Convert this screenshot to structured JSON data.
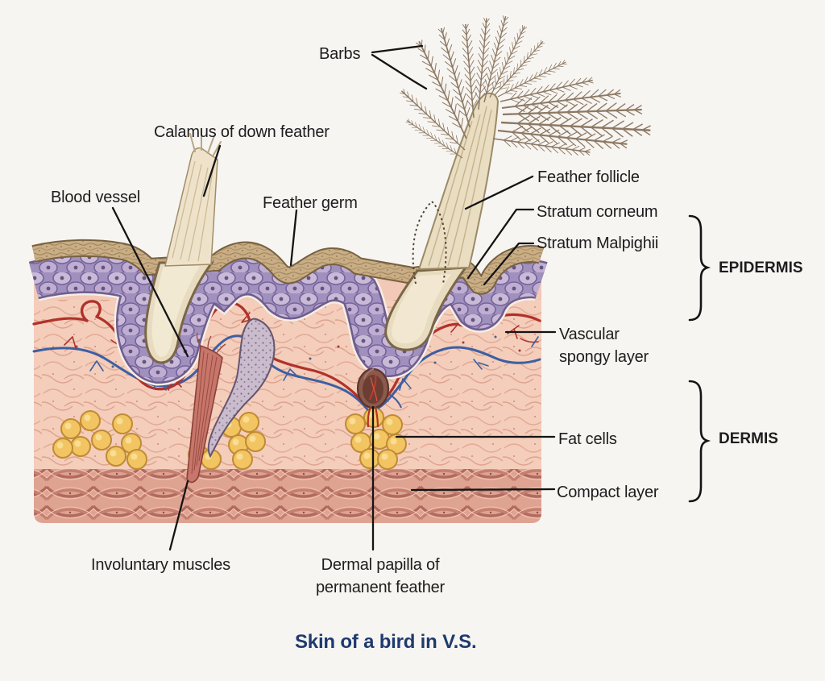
{
  "title": "Skin of a bird in V.S.",
  "labels": {
    "barbs": "Barbs",
    "calamus": "Calamus of down feather",
    "blood_vessel": "Blood vessel",
    "feather_germ": "Feather germ",
    "feather_follicle": "Feather follicle",
    "stratum_corneum": "Stratum corneum",
    "stratum_malpighii": "Stratum Malpighii",
    "epidermis": "EPIDERMIS",
    "vascular_spongy_layer": "Vascular\nspongy layer",
    "fat_cells": "Fat cells",
    "dermis": "DERMIS",
    "compact_layer": "Compact layer",
    "involuntary_muscles": "Involuntary muscles",
    "dermal_papilla": "Dermal papilla of\npermanent feather"
  },
  "colors": {
    "background": "#f7f5f2",
    "label_text": "#1d1d1d",
    "title_text": "#1f3a6e",
    "stratum_corneum": "#c9ad85",
    "epidermis_cells": "#b4a3c9",
    "dermis_tissue": "#f3cbb9",
    "compact_layer": "#dfa392",
    "fat_cells": "#f2c562",
    "vessel_red": "#b0322a",
    "vessel_blue": "#3d5fa2",
    "muscle": "#c6766a",
    "feather": "#e9ddc2",
    "dermal_papilla": "#6b3e33",
    "leader_line": "#141414"
  }
}
